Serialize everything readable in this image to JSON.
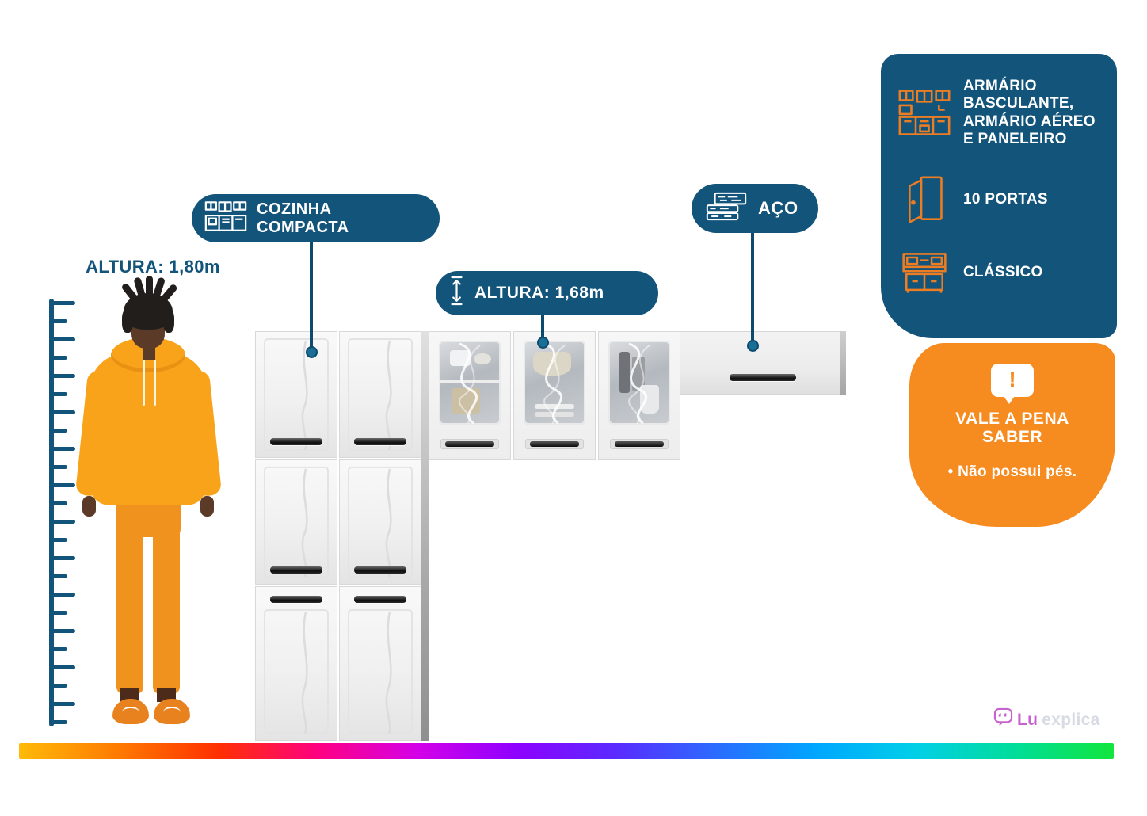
{
  "figure": {
    "description": "Infographic of a compact steel kitchen with callouts",
    "ruler_ticks": 24
  },
  "height_reference": {
    "label": "ALTURA: 1,80m"
  },
  "callouts": {
    "kitchen": {
      "icon": "kitchen-set-icon",
      "label": "COZINHA COMPACTA"
    },
    "height": {
      "icon": "height-arrow-icon",
      "label": "ALTURA: 1,68m"
    },
    "material": {
      "icon": "steel-sheets-icon",
      "label": "AÇO"
    }
  },
  "features_panel": {
    "items": [
      {
        "icon": "kitchen-set-icon",
        "label": "ARMÁRIO BASCULANTE, ARMÁRIO AÉREO E PANELEIRO"
      },
      {
        "icon": "open-door-icon",
        "label": "10 PORTAS"
      },
      {
        "icon": "cabinet-icon",
        "label": "CLÁSSICO"
      }
    ]
  },
  "notice": {
    "icon_glyph": "!",
    "title": "VALE A PENA SABER",
    "bullet": "• Não possui pés."
  },
  "brand": {
    "name_bold": "Lu",
    "name_light": "explica"
  },
  "colors": {
    "accent_blue": "#13547B",
    "line_blue": "#0C4A6E",
    "dot_blue": "#1B6E96",
    "orange": "#F68B1F",
    "icon_orange": "#ED7D23",
    "brand_pink": "#C763CE",
    "brand_gray": "#D8DAE4",
    "hoodie": "#F9A31B",
    "pants": "#F0921E",
    "shoes": "#E8821E",
    "skin": "#5C3A28",
    "skin_dark": "#4C2B1B",
    "hair": "#221E1B",
    "rainbow": [
      "#FFBA0A",
      "#FF7A00",
      "#FF3000",
      "#FF0080",
      "#D400E8",
      "#8E00FF",
      "#5A2BFF",
      "#2B6BFF",
      "#00A6FF",
      "#00CFE8",
      "#00DD9A",
      "#12E53C"
    ]
  }
}
